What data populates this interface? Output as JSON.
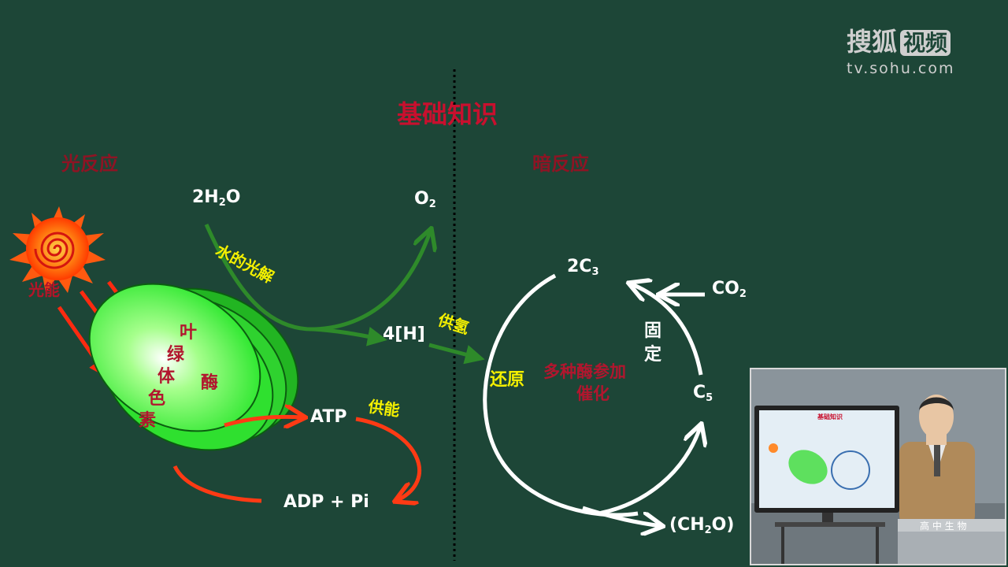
{
  "watermark": {
    "brand_a": "搜狐",
    "brand_b": "视频",
    "url": "tv.sohu.com"
  },
  "title": "基础知识",
  "sections": {
    "light": "光反应",
    "dark": "暗反应"
  },
  "light": {
    "sun_label": "光能",
    "water": "2H",
    "water_sub": "2",
    "water_tail": "O",
    "oxygen": "O",
    "oxygen_sub": "2",
    "photolysis": "水的光解",
    "hydrogen": "4[H]",
    "supply_h": "供氢",
    "pigment_chars": [
      "叶",
      "绿",
      "体",
      "色",
      "素"
    ],
    "enzyme": "酶",
    "atp": "ATP",
    "supply_energy": "供能",
    "adp": "ADP  + Pi"
  },
  "dark": {
    "c3": "2C",
    "c3_sub": "3",
    "co2": "CO",
    "co2_sub": "2",
    "fix": [
      "固",
      "定"
    ],
    "reduce": "还原",
    "enzymes": [
      "多种酶参加",
      "催化"
    ],
    "c5": "C",
    "c5_sub": "5",
    "ch2o_a": "(CH",
    "ch2o_sub": "2",
    "ch2o_b": "O)"
  },
  "inset": {
    "desk_label": "高 中 生 物",
    "screen_title": "基础知识"
  },
  "colors": {
    "background": "#1d4637",
    "green_arrow": "#2e8a2a",
    "red_arrow": "#ff3a14",
    "chloroplast": "#33f233",
    "title_red": "#c8102e"
  }
}
